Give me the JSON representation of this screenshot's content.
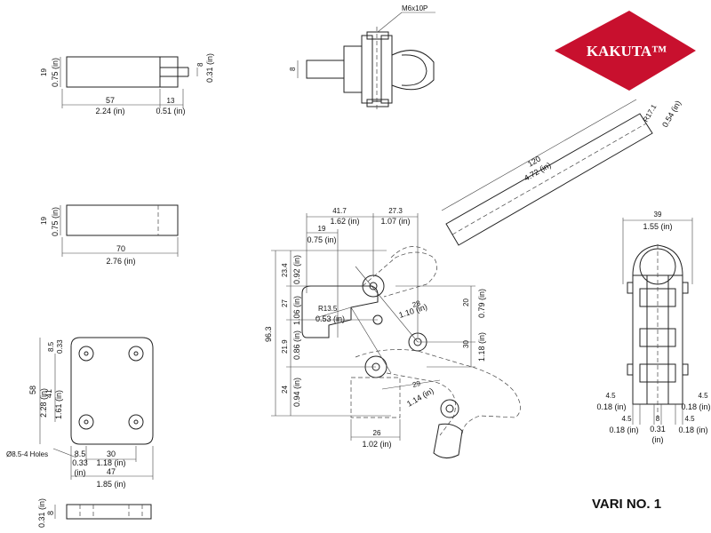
{
  "logo": {
    "text": "KAKUTA™",
    "color": "#c8102e"
  },
  "variant": "VARI NO. 1",
  "labels": {
    "screw": "M6x10P",
    "holes": "Ø8.5-4 Holes",
    "r135": "R13.5",
    "r171": "R17.1"
  },
  "dims": {
    "d57": "57",
    "d224": "2.24 (in)",
    "d13": "13",
    "d051": "0.51 (in)",
    "d19a": "19",
    "d075a": "0.75 (in)",
    "d8a": "8",
    "d031a": "0.31 (in)",
    "d19b": "19",
    "d075b": "0.75 (in)",
    "d70": "70",
    "d276": "2.76 (in)",
    "d58": "58",
    "d228": "2.28 (in)",
    "d41": "41",
    "d161": "1.61 (in)",
    "d85a": "8.5",
    "d033a": "0.33",
    "d85b": "8.5",
    "d033b": "0.33",
    "din": "(in)",
    "d30a": "30",
    "d118a": "1.18 (in)",
    "d47": "47",
    "d185": "1.85 (in)",
    "d8b": "8",
    "d031b": "0.31 (in)",
    "d8s": "8",
    "d120": "120",
    "d472": "4.72 (in)",
    "d054": "0.54 (in)",
    "d417": "41.7",
    "d162": "1.62 (in)",
    "d273": "27.3",
    "d107": "1.07 (in)",
    "d19c": "19",
    "d075c": "0.75 (in)",
    "d963": "96.3",
    "d234": "23.4",
    "d092": "0.92 (in)",
    "d27": "27",
    "d106": "1.06 (in)",
    "d219": "21.9",
    "d086": "0.86 (in)",
    "d24": "24",
    "d094": "0.94 (in)",
    "d053": "0.53 (in)",
    "d28": "28",
    "d110": "1.10 (in)",
    "d20": "20",
    "d079": "0.79 (in)",
    "d30b": "30",
    "d118b": "1.18 (in)",
    "d29": "29",
    "d114": "1.14 (in)",
    "d26": "26",
    "d102": "1.02 (in)",
    "d39": "39",
    "d155": "1.55 (in)",
    "d45a": "4.5",
    "d018a": "0.18 (in)",
    "d45b": "4.5",
    "d018b": "0.18 (in)",
    "d45c": "4.5",
    "d018c": "0.18 (in)",
    "d8c": "8",
    "d031c": "0.31",
    "d031cin": "(in)",
    "d45d": "4.5",
    "d018d": "0.18 (in)"
  }
}
